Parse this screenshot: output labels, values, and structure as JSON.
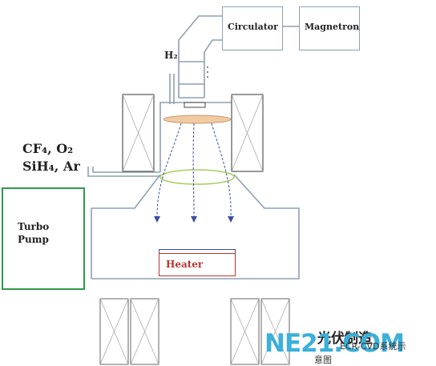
{
  "boxes": {
    "circulator": "Circulator",
    "magnetron": "Magnetron",
    "turbo_pump": [
      "Turbo",
      "Pump"
    ],
    "heater": "Heater"
  },
  "gas_labels": {
    "h2": "H₂",
    "line1": "CF₄, O₂",
    "line2": "SiH₄, Ar"
  },
  "watermark": {
    "cn_top": "光伏制造",
    "logo": "NE21.COM",
    "caption1": "ECR-CVD系统示",
    "caption2": "意图"
  },
  "colors": {
    "line": "#8ea0b4",
    "pump_border": "#2e9a4a",
    "heater_border": "#b83232",
    "heater_text": "#b83232",
    "lens_fill": "#f2caa2",
    "lens_stroke": "#c49a6e",
    "ring": "#a9cc5f",
    "arrow": "#3a4fa0",
    "logo": "#3bb0d8"
  }
}
